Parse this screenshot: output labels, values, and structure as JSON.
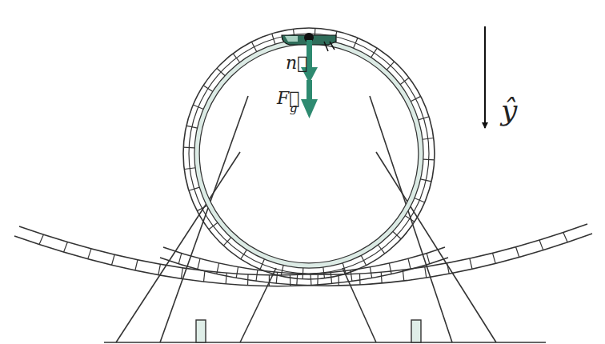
{
  "diagram": {
    "labels": [
      "n⃗",
      "F⃗",
      "g",
      "ŷ"
    ]
  }
}
